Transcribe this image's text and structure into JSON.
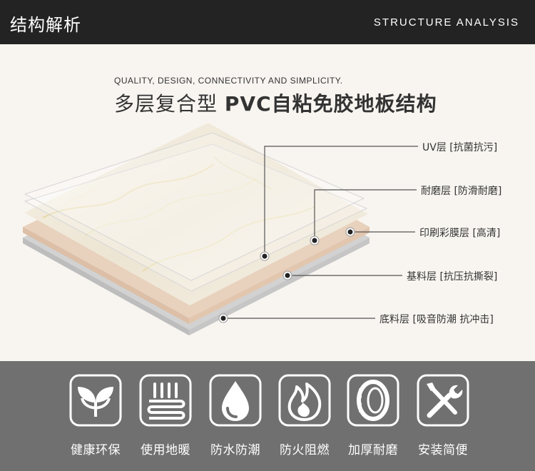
{
  "header": {
    "title_cn": "结构解析",
    "title_en": "STRUCTURE ANALYSIS"
  },
  "intro": {
    "subtitle": "QUALITY, DESIGN, CONNECTIVITY AND SIMPLICITY.",
    "headline_part1": "多层复合型 ",
    "headline_part2": "PVC自粘免胶地板结构"
  },
  "layers": [
    {
      "label": "UV层 [抗菌抗污]"
    },
    {
      "label": "耐磨层 [防滑耐磨]"
    },
    {
      "label": "印刷彩膜层 [高清]"
    },
    {
      "label": "基料层 [抗压抗撕裂]"
    },
    {
      "label": "底料层 [吸音防潮 抗冲击]"
    }
  ],
  "features": [
    {
      "label": "健康环保",
      "icon": "leaf-icon"
    },
    {
      "label": "使用地暖",
      "icon": "floor-heating-icon"
    },
    {
      "label": "防水防潮",
      "icon": "water-drop-icon"
    },
    {
      "label": "防火阻燃",
      "icon": "flame-icon"
    },
    {
      "label": "加厚耐磨",
      "icon": "tire-icon"
    },
    {
      "label": "安装简便",
      "icon": "tools-icon"
    }
  ],
  "colors": {
    "header_bg": "#232323",
    "page_bg": "#f8f5f0",
    "feature_bg": "#707070",
    "marble": "#f1ebdf",
    "base_layer": "#e8d3c0",
    "bottom_layer": "#cfcfcf"
  }
}
